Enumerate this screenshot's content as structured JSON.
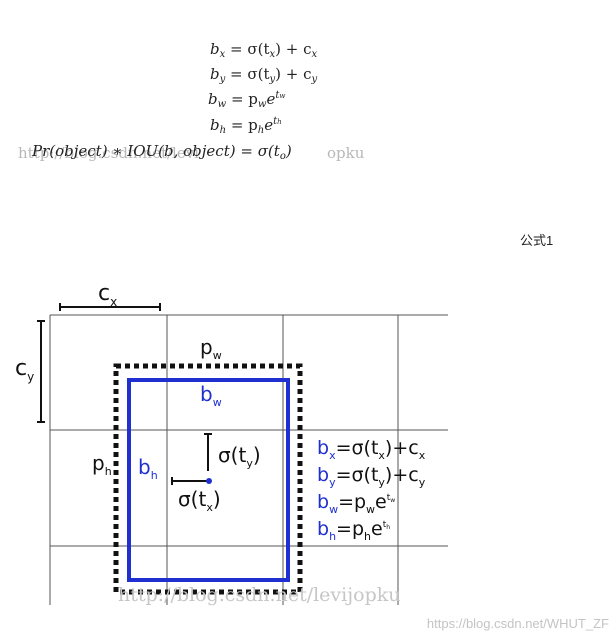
{
  "equations": {
    "bx": {
      "lhs": "b",
      "lhs_sub": "x",
      "rhs": "= σ(t",
      "rhs_sub": "x",
      "rhs_tail": ") + c",
      "tail_sub": "x"
    },
    "by": {
      "lhs": "b",
      "lhs_sub": "y",
      "rhs": "= σ(t",
      "rhs_sub": "y",
      "rhs_tail": ") + c",
      "tail_sub": "y"
    },
    "bw": {
      "lhs": "b",
      "lhs_sub": "w",
      "rhs": "= p",
      "rhs_sub": "w",
      "rhs_tail": "e",
      "tail_sup": "t",
      "tail_sup_sub": "w"
    },
    "bh": {
      "lhs": "b",
      "lhs_sub": "h",
      "rhs": "= p",
      "rhs_sub": "h",
      "rhs_tail": "e",
      "tail_sup": "t",
      "tail_sup_sub": "h"
    },
    "conf": {
      "text": "Pr(object) ∗ IOU(b, object) = σ(t",
      "sub": "o",
      "tail": ")"
    }
  },
  "watermark_top": "http://blog.csdn.net/levi",
  "watermark_top_tail": "opku",
  "caption": "公式1",
  "diagram": {
    "cx": "c",
    "cx_sub": "x",
    "cy": "c",
    "cy_sub": "y",
    "pw": "p",
    "pw_sub": "w",
    "ph": "p",
    "ph_sub": "h",
    "bw": "b",
    "bw_sub": "w",
    "bh": "b",
    "bh_sub": "h",
    "sigma_ty": "σ(t",
    "sigma_ty_sub": "y",
    "sigma_close": ")",
    "sigma_tx": "σ(t",
    "sigma_tx_sub": "x",
    "eq_bx": {
      "a": "b",
      "a_sub": "x",
      "b": "=σ(t",
      "b_sub": "x",
      "c": ")+c",
      "c_sub": "x"
    },
    "eq_by": {
      "a": "b",
      "a_sub": "y",
      "b": "=σ(t",
      "b_sub": "y",
      "c": ")+c",
      "c_sub": "y"
    },
    "eq_bw": {
      "a": "b",
      "a_sub": "w",
      "b": "=p",
      "b_sub": "w",
      "c": "e",
      "c_sup": "t",
      "c_sup_sub": "w"
    },
    "eq_bh": {
      "a": "b",
      "a_sub": "h",
      "b": "=p",
      "b_sub": "h",
      "c": "e",
      "c_sup": "t",
      "c_sup_sub": "h"
    },
    "watermark": "http://blog.csdn.net/levijopku"
  },
  "corner_watermark": "https://blog.csdn.net/WHUT_ZF",
  "colors": {
    "blue": "#1f2fd0",
    "black": "#111111",
    "grid": "#555555"
  }
}
